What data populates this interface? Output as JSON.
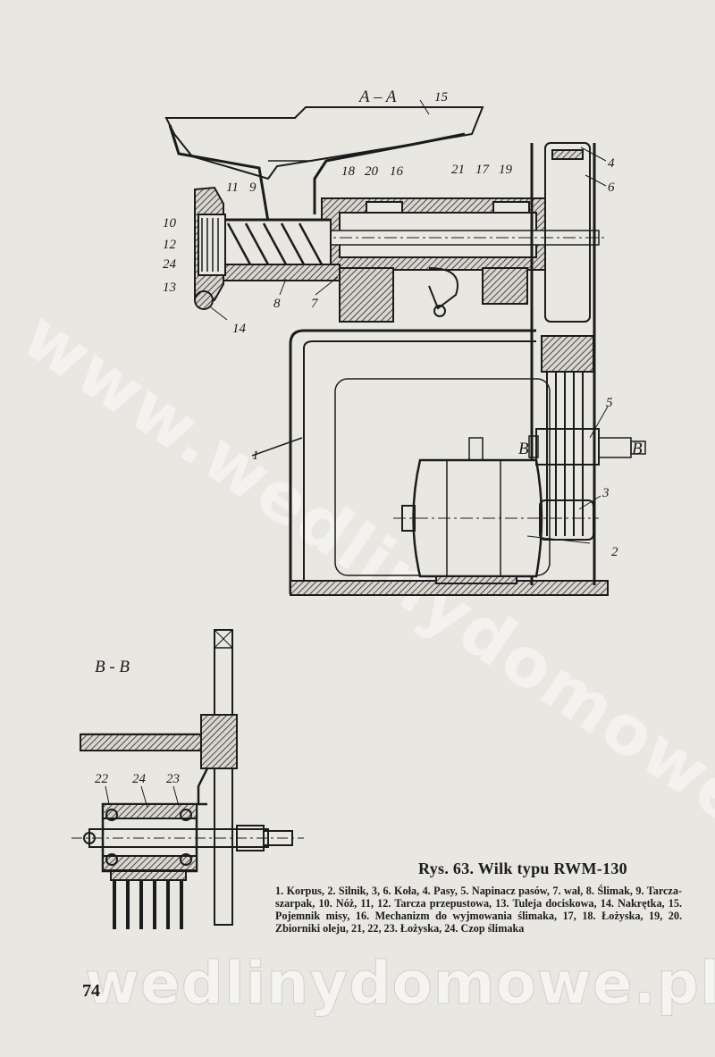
{
  "figure": {
    "section_top": "A – A",
    "section_bottom": "B - B",
    "section_marks": [
      "B",
      "B"
    ],
    "part_labels_top": [
      "15",
      "4",
      "6",
      "18",
      "20",
      "16",
      "21",
      "17",
      "19",
      "11",
      "9",
      "10",
      "12",
      "24",
      "13",
      "14",
      "8",
      "7",
      "1",
      "5",
      "3",
      "2"
    ],
    "part_labels_bottom": [
      "22",
      "24",
      "23"
    ]
  },
  "caption": {
    "title": "Rys. 63. Wilk typu RWM-130",
    "body": "1. Korpus, 2. Silnik, 3, 6. Koła, 4. Pasy, 5. Napinacz pasów, 7. wał, 8. Ślimak, 9. Tarcza-szarpak, 10. Nóż, 11, 12. Tarcza przepustowa, 13. Tuleja dociskowa, 14. Nakrętka, 15. Pojemnik misy, 16. Mechanizm do wyjmowania ślimaka, 17, 18. Łożyska, 19, 20. Zbiorniki oleju, 21, 22, 23. Łożyska, 24. Czop ślimaka"
  },
  "page_number": "74",
  "watermark": "wedlinydomowe.pl",
  "watermark_diagonal": "www.wedlinydomowe.pl"
}
